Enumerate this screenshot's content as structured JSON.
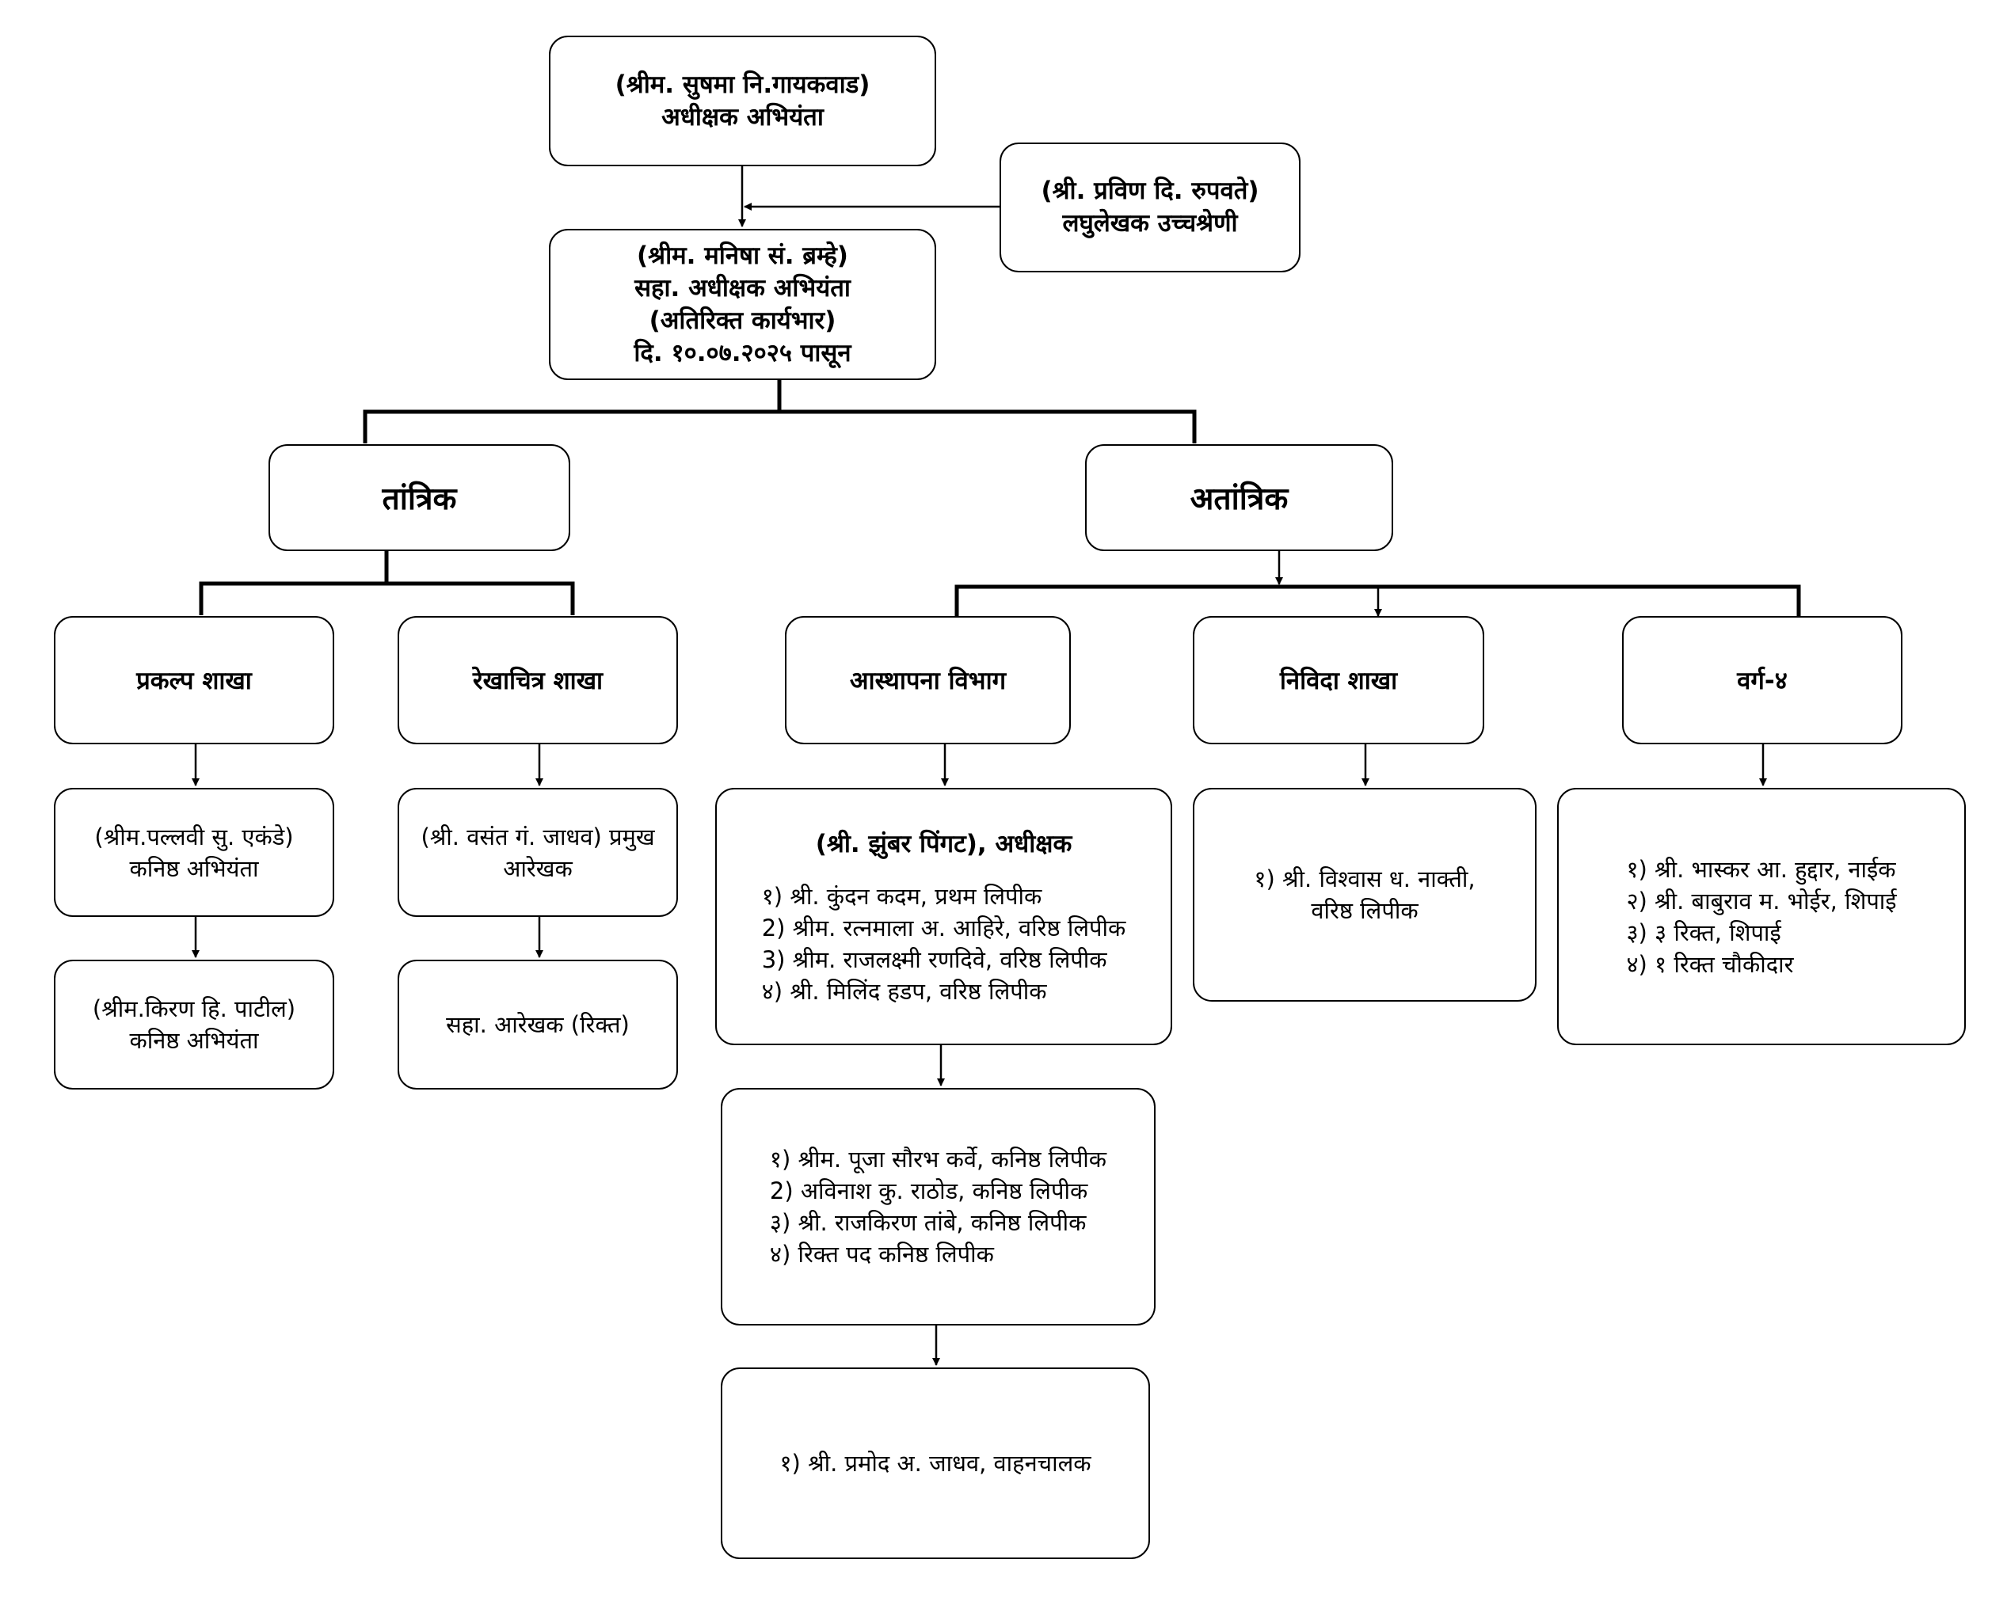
{
  "chart": {
    "top_officer": {
      "lines": [
        "(श्रीम. सुषमा नि.गायकवाड)",
        "अधीक्षक अभियंता"
      ]
    },
    "steno": {
      "lines": [
        "(श्री. प्रविण दि. रुपवते)",
        "लघुलेखक उच्चश्रेणी"
      ]
    },
    "deputy": {
      "lines": [
        "(श्रीम. मनिषा सं. ब्रम्हे)",
        "सहा. अधीक्षक अभियंता",
        "(अतिरिक्त कार्यभार)",
        "दि. १०.०७.२०२५ पासून"
      ]
    },
    "technical": {
      "label": "तांत्रिक"
    },
    "non_technical": {
      "label": "अतांत्रिक"
    },
    "project_branch": {
      "label": "प्रकल्प शाखा",
      "staff_1": {
        "lines": [
          "(श्रीम.पल्लवी सु. एकंडे)",
          "कनिष्ठ अभियंता"
        ]
      },
      "staff_2": {
        "lines": [
          "(श्रीम.किरण हि. पाटील)",
          "कनिष्ठ अभियंता"
        ]
      }
    },
    "drawing_branch": {
      "label": "रेखाचित्र शाखा",
      "staff_1": {
        "lines": [
          "(श्री. वसंत गं. जाधव) प्रमुख",
          "आरेखक"
        ]
      },
      "staff_2": {
        "lines": [
          "सहा. आरेखक (रिक्त)"
        ]
      }
    },
    "establishment": {
      "label": "आस्थापना विभाग",
      "head": "(श्री. झुंबर पिंगट), अधीक्षक",
      "group_1": [
        "१) श्री. कुंदन कदम, प्रथम लिपीक",
        "2) श्रीम. रत्नमाला अ. आहिरे, वरिष्ठ लिपीक",
        "3) श्रीम. राजलक्ष्मी रणदिवे, वरिष्ठ लिपीक",
        "४) श्री. मिलिंद हडप, वरिष्ठ लिपीक"
      ],
      "group_2": [
        "१) श्रीम. पूजा सौरभ कर्वे, कनिष्ठ लिपीक",
        "2) अविनाश कु. राठोड, कनिष्ठ लिपीक",
        "३) श्री. राजकिरण तांबे, कनिष्ठ लिपीक",
        "४) रिक्त पद कनिष्ठ लिपीक"
      ],
      "group_3": [
        "१) श्री. प्रमोद अ. जाधव, वाहनचालक"
      ]
    },
    "tender_branch": {
      "label": "निविदा शाखा",
      "staff": [
        "१) श्री. विश्वास ध. नाक्ती,",
        "वरिष्ठ लिपीक"
      ]
    },
    "class_four": {
      "label": "वर्ग-४",
      "staff": [
        "१) श्री. भास्कर आ. हुद्दार, नाईक",
        "२) श्री. बाबुराव म. भोईर, शिपाई",
        "३) ३ रिक्त, शिपाई",
        "४) १ रिक्त चौकीदार"
      ]
    }
  }
}
